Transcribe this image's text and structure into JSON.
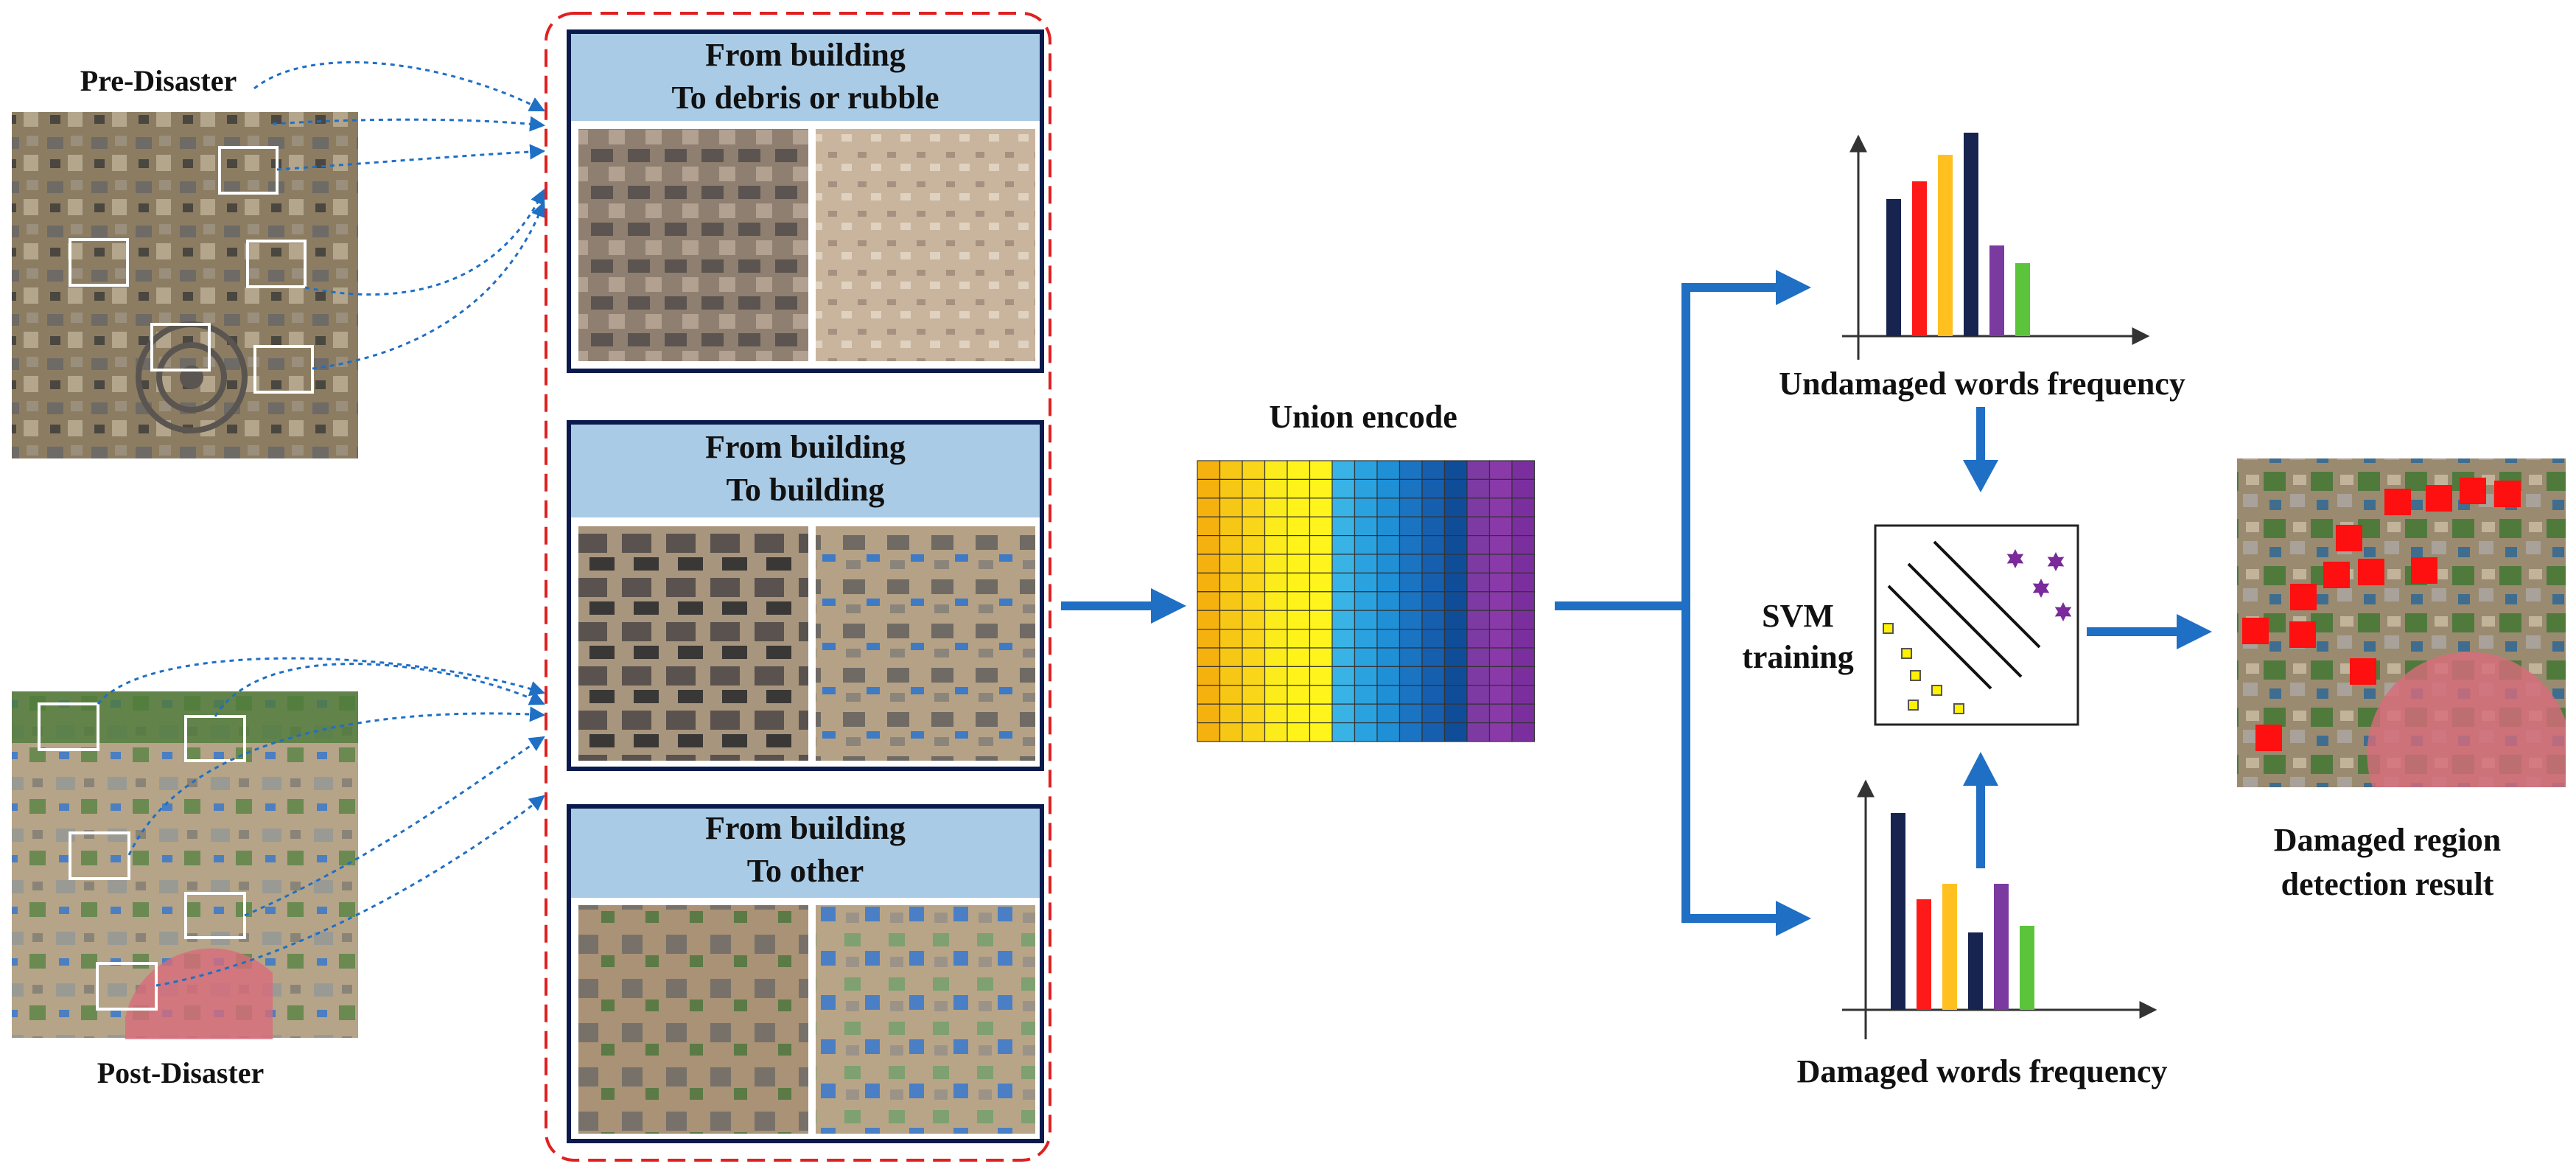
{
  "labels": {
    "pre_disaster": "Pre-Disaster",
    "post_disaster": "Post-Disaster",
    "union_encode": "Union encode",
    "svm_line1": "SVM",
    "svm_line2": "training",
    "undamaged_freq": "Undamaged words frequency",
    "damaged_freq": "Damaged words frequency",
    "result_line1": "Damaged region",
    "result_line2": "detection result"
  },
  "categories": [
    {
      "line1": "From building",
      "line2": "To debris or rubble"
    },
    {
      "line1": "From building",
      "line2": "To building"
    },
    {
      "line1": "From building",
      "line2": "To other"
    }
  ],
  "colors": {
    "accent_blue": "#1f6fc5",
    "dashed_red": "#e02020",
    "header_blue": "#a9cbe6",
    "panel_border": "#0a1a4d",
    "marker_red": "#ff1010",
    "star_purple": "#7a2a9a",
    "square_yellow": "#fff200"
  },
  "undamaged_hist": {
    "values": [
      0.62,
      0.7,
      0.82,
      0.92,
      0.41,
      0.33
    ],
    "colors": [
      "#16244f",
      "#ff1a1a",
      "#ffc020",
      "#16244f",
      "#7a3aa0",
      "#5cc43a"
    ]
  },
  "damaged_hist": {
    "values": [
      0.89,
      0.5,
      0.57,
      0.35,
      0.57,
      0.38
    ],
    "colors": [
      "#16244f",
      "#ff1a1a",
      "#ffc020",
      "#16244f",
      "#7a3aa0",
      "#5cc43a"
    ]
  },
  "grid_colors": [
    "#f5b20f",
    "#f7c716",
    "#fad61a",
    "#fcec1c",
    "#fff31a",
    "#fff51c",
    "#39b3e6",
    "#2aa2e0",
    "#1f8fd6",
    "#1a74c2",
    "#165fae",
    "#0f4d99",
    "#7d3aa3",
    "#8a3aa8",
    "#7b2f9e"
  ]
}
